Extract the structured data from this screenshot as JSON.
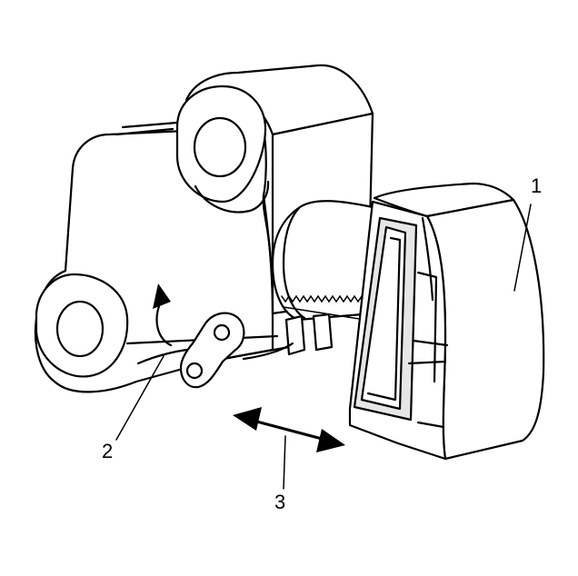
{
  "callouts": [
    {
      "id": "1",
      "text": "1"
    },
    {
      "id": "2",
      "text": "2"
    },
    {
      "id": "3",
      "text": "3"
    }
  ],
  "colors": {
    "line": "#000000",
    "fill": "#ffffff",
    "shade": "#e6e6e6"
  }
}
